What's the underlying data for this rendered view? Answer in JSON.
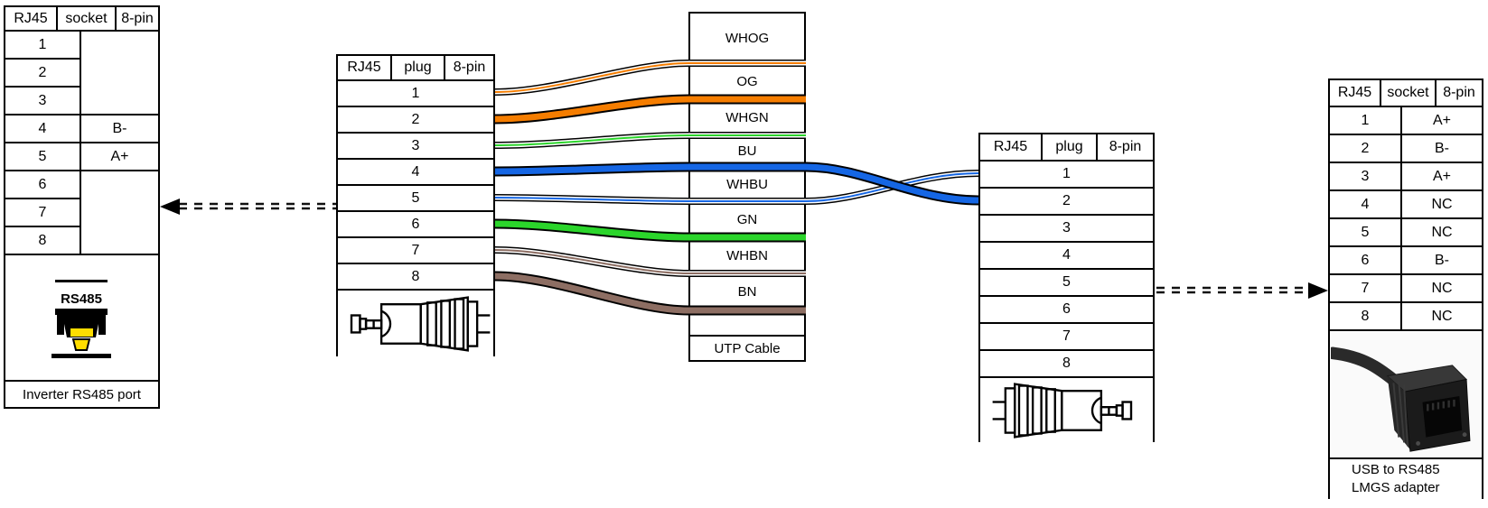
{
  "colors": {
    "wire_orange": "#F57D00",
    "wire_green": "#2BD52B",
    "wire_blue": "#1566E4",
    "wire_brown": "#8D6E63"
  },
  "left_socket": {
    "header": [
      "RJ45",
      "socket",
      "8-pin"
    ],
    "pins": [
      "1",
      "2",
      "3",
      "4",
      "5",
      "6",
      "7",
      "8"
    ],
    "values": [
      "",
      "",
      "",
      "B-",
      "A+",
      "",
      "",
      ""
    ],
    "port_label": "RS485",
    "caption": "Inverter RS485 port"
  },
  "left_plug": {
    "header": [
      "RJ45",
      "plug",
      "8-pin"
    ],
    "pins": [
      "1",
      "2",
      "3",
      "4",
      "5",
      "6",
      "7",
      "8"
    ]
  },
  "utp": {
    "wire_labels": [
      "WHOG",
      "OG",
      "WHGN",
      "BU",
      "WHBU",
      "GN",
      "WHBN",
      "BN"
    ],
    "caption": "UTP Cable"
  },
  "right_plug": {
    "header": [
      "RJ45",
      "plug",
      "8-pin"
    ],
    "pins": [
      "1",
      "2",
      "3",
      "4",
      "5",
      "6",
      "7",
      "8"
    ]
  },
  "right_socket": {
    "header": [
      "RJ45",
      "socket",
      "8-pin"
    ],
    "pins": [
      "1",
      "2",
      "3",
      "4",
      "5",
      "6",
      "7",
      "8"
    ],
    "values": [
      "A+",
      "B-",
      "A+",
      "NC",
      "NC",
      "B-",
      "NC",
      "NC"
    ],
    "caption_line1": "USB to RS485",
    "caption_line2": "LMGS adapter"
  }
}
